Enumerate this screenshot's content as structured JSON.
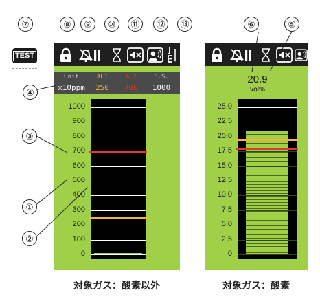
{
  "callouts": {
    "c1": "①",
    "c2": "②",
    "c3": "③",
    "c4": "④",
    "c5": "⑤",
    "c6": "⑥",
    "c7": "⑦",
    "c8": "⑧",
    "c9": "⑨",
    "c10": "⑩",
    "c11": "⑪",
    "c12": "⑫",
    "c13": "⑬"
  },
  "test_badge": {
    "label": "TEST"
  },
  "icons": {
    "lock": "lock-icon",
    "alarm": "alarm-bell-pause-icon",
    "hourglass": "hourglass-icon",
    "mute": "speaker-mute-icon",
    "voice": "voice-guidance-icon",
    "language": "language-select-icon"
  },
  "left_display": {
    "info": {
      "unit_label": "Unit",
      "unit_value": "x10ppm",
      "al1_label": "AL1",
      "al1_value": "250",
      "al2_label": "AL2",
      "al2_value": "700",
      "fs_label": "F.S.",
      "fs_value": "1000"
    },
    "caption": "対象ガス：酸素以外"
  },
  "right_display": {
    "reading_value": "20.9",
    "reading_unit": "vol%",
    "caption": "対象ガス：酸素"
  },
  "chart_data": [
    {
      "type": "bar",
      "name": "left-bar-graph",
      "yticks": [
        "1000",
        "900",
        "800",
        "700",
        "600",
        "500",
        "400",
        "300",
        "200",
        "100",
        "0"
      ],
      "ylim": [
        0,
        1000
      ],
      "value": 0,
      "alarm_levels": [
        {
          "label": "AL1",
          "value": 250,
          "color": "#f2b632"
        },
        {
          "label": "AL2",
          "value": 700,
          "color": "#e23a2a"
        }
      ],
      "fill_color": "#9fd047"
    },
    {
      "type": "bar",
      "name": "right-bar-graph",
      "yticks": [
        "25.0",
        "22.5",
        "20.0",
        "17.5",
        "15.0",
        "12.5",
        "10.0",
        "7.5",
        "5.0",
        "2.5",
        "0"
      ],
      "ylim": [
        0,
        25
      ],
      "value": 20.9,
      "alarm_levels": [
        {
          "value": 19.5,
          "color": "#f2b632"
        },
        {
          "value": 18.0,
          "color": "#e23a2a"
        }
      ],
      "fill_color": "#9fd047"
    }
  ],
  "colors": {
    "panel": "#9fd047",
    "alarm1": "#f2b632",
    "alarm2": "#e23a2a",
    "bar_bg": "#000000"
  }
}
